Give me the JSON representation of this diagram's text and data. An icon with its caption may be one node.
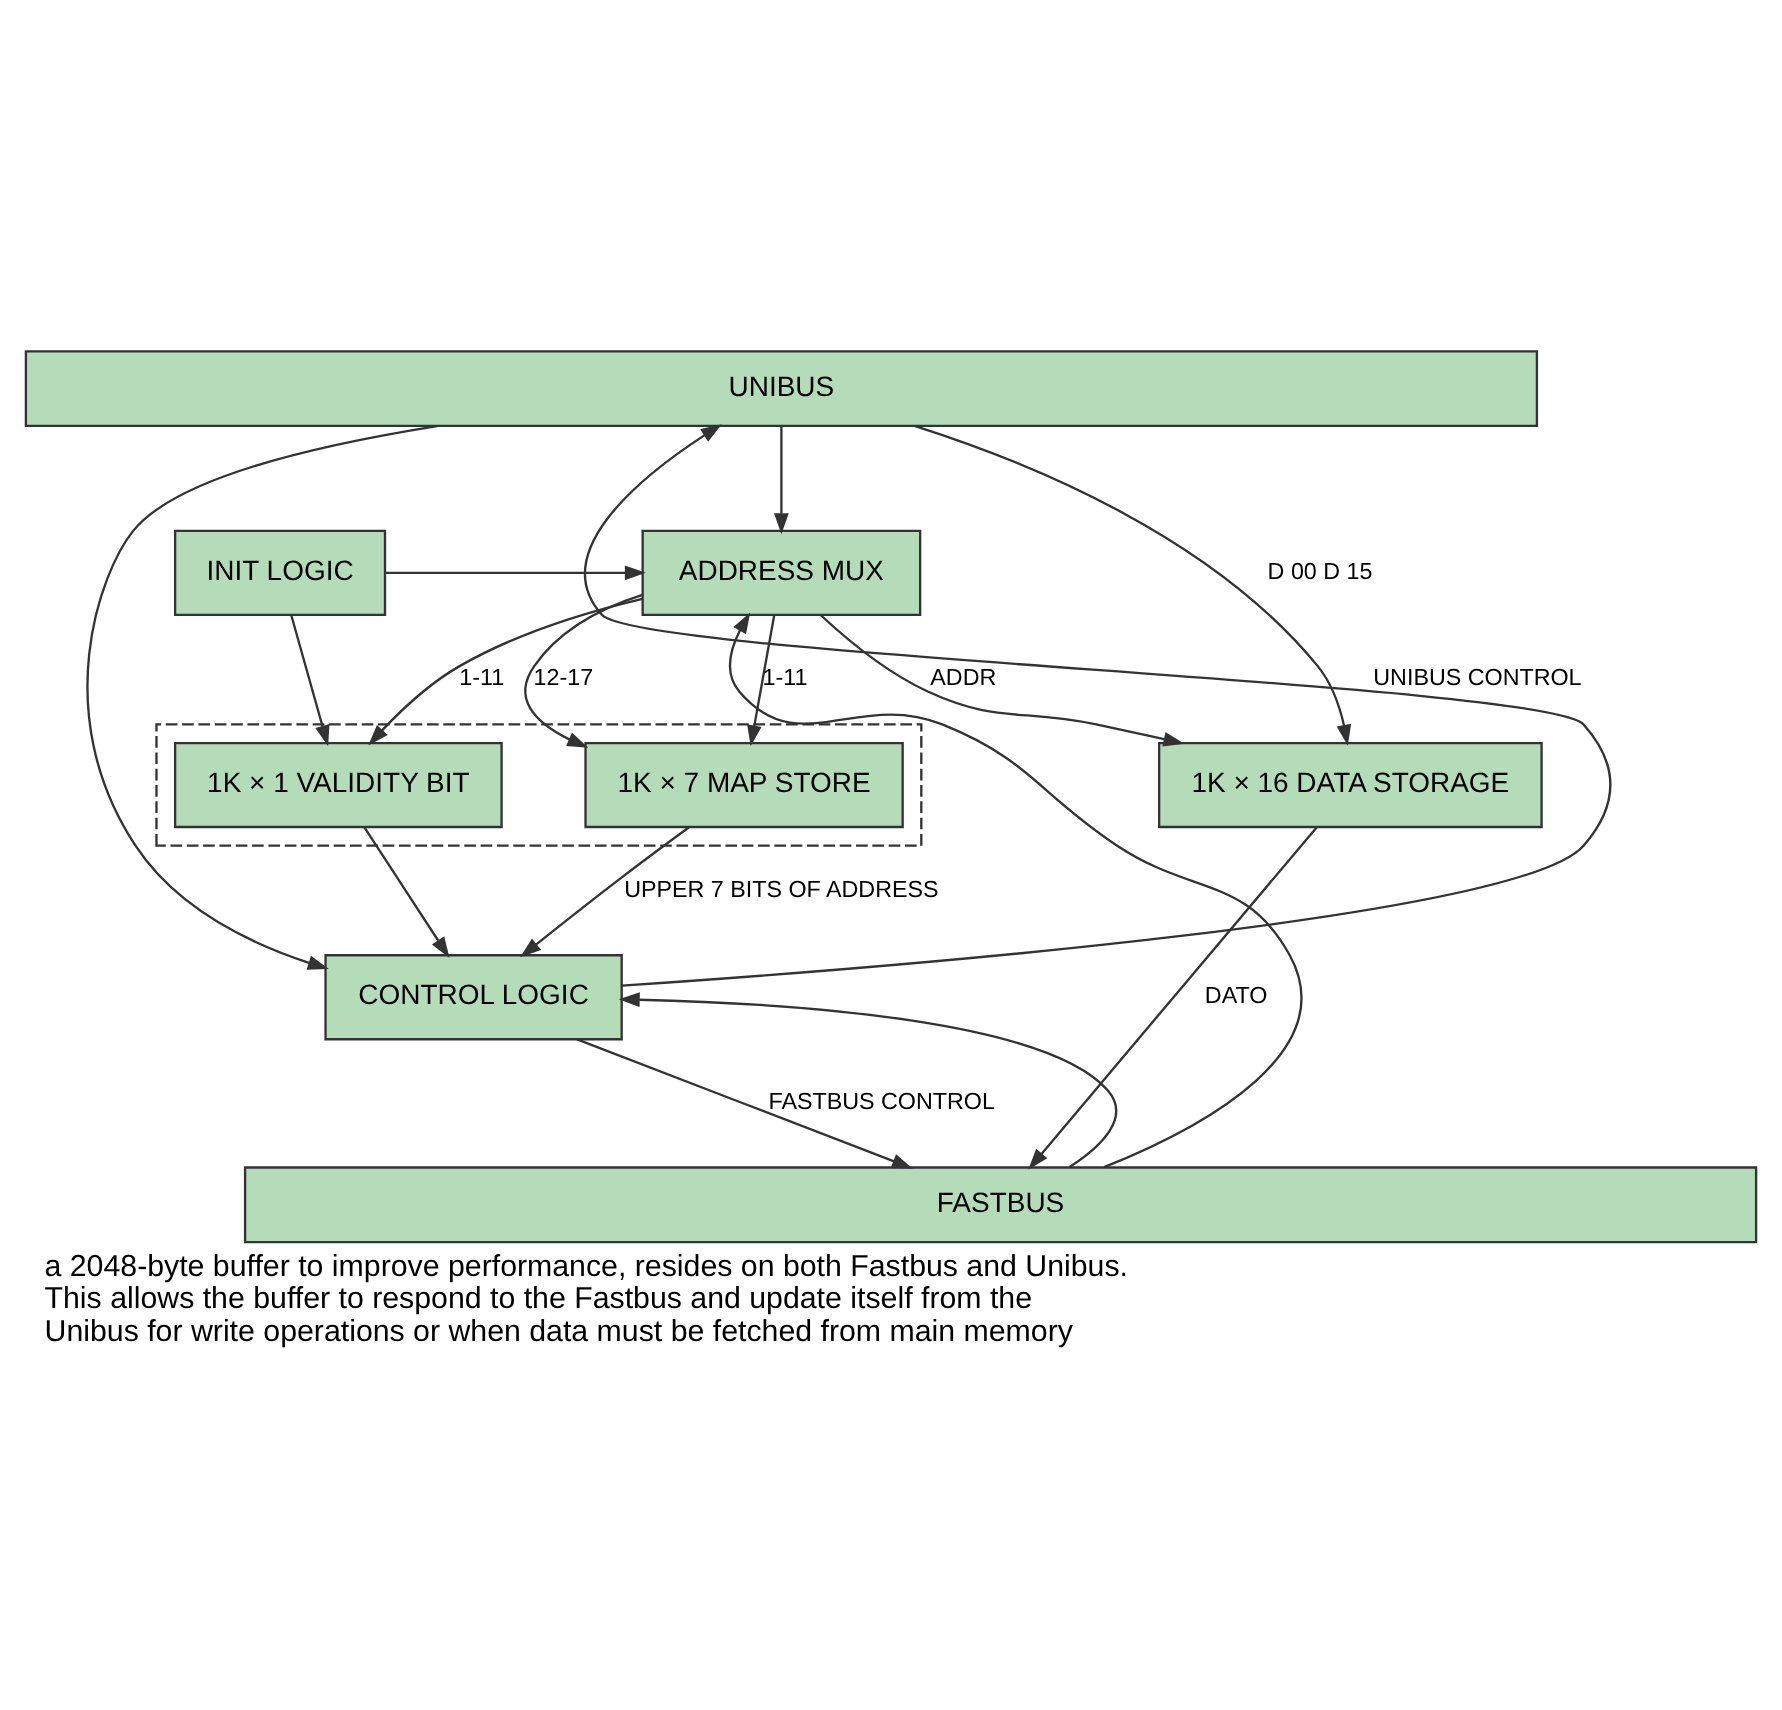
{
  "diagram": {
    "caption": "a 2048-byte buffer to improve performance, resides on both Fastbus and Unibus. This allows the buffer to respond to the Fastbus and update itself from the Unibus for write operations or when data must be fetched from main memory",
    "nodes": [
      {
        "text": [
          "UNIBUS"
        ]
      },
      {
        "text": [
          "INIT LOGIC"
        ]
      },
      {
        "text": [
          "ADDRESS MUX"
        ]
      },
      {
        "text": [
          "1K × 16 DATA STORAGE"
        ]
      },
      {
        "text": [],
        "shape": "box"
      },
      {
        "text": [
          "1K × 1 VALIDITY BIT"
        ],
        "in": 4
      },
      {
        "text": [
          "1K × 7 MAP STORE"
        ],
        "in": 4
      },
      {
        "text": [
          "CONTROL LOGIC"
        ]
      },
      {
        "text": [
          "FASTBUS"
        ]
      }
    ],
    "edges": [
      {
        "from": 0,
        "to": 2,
        "arrow": "to"
      },
      {
        "from": 0,
        "to": 3,
        "arrow": "to",
        "label": "D 00 D 15"
      },
      {
        "from": 1,
        "to": 2,
        "arrow": "to"
      },
      {
        "from": 1,
        "to": 5,
        "arrow": "to"
      },
      {
        "from": 2,
        "to": 3,
        "arrow": "to",
        "label": "ADDR"
      },
      {
        "from": 2,
        "to": 5,
        "arrow": "to",
        "label": "1-11"
      },
      {
        "from": 2,
        "to": 6,
        "arrow": "to",
        "label": "12-17"
      },
      {
        "from": 2,
        "to": 6,
        "arrow": "to",
        "label": "1-11"
      },
      {
        "from": 8,
        "to": 2,
        "arrow": "to"
      },
      {
        "from": 3,
        "to": 8,
        "arrow": "to",
        "label": "DATO"
      },
      {
        "from": 5,
        "to": 7,
        "arrow": "to"
      },
      {
        "from": 6,
        "to": 7,
        "arrow": "to",
        "label": "UPPER 7 BITS OF ADDRESS"
      },
      {
        "from": 0,
        "to": 7,
        "arrow": "to"
      },
      {
        "from": 7,
        "to": 0,
        "arrow": "to",
        "label": "UNIBUS CONTROL"
      },
      {
        "from": 8,
        "to": 7,
        "arrow": "to"
      },
      {
        "from": 7,
        "to": 8,
        "arrow": "to",
        "label": "FASTBUS CONTROL"
      }
    ]
  }
}
